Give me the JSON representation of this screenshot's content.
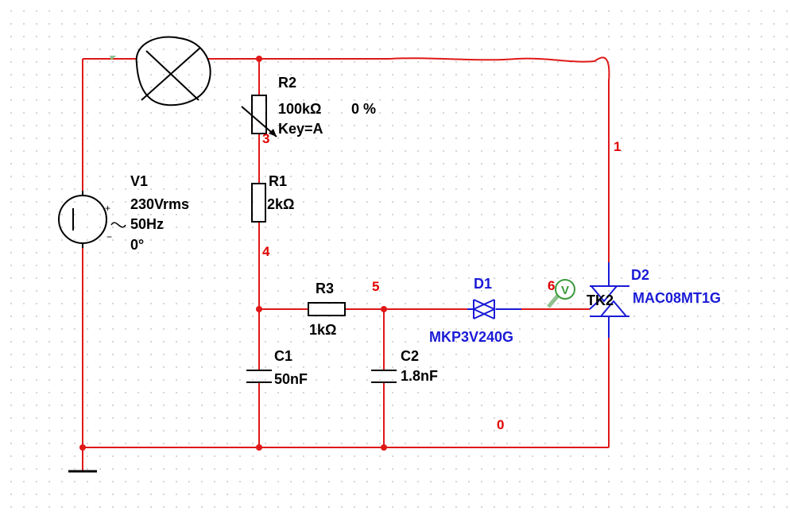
{
  "components": {
    "v1": {
      "ref": "V1",
      "voltage": "230Vrms",
      "freq": "50Hz",
      "phase": "0°",
      "plus": "+",
      "minus": "−",
      "tilde": "~"
    },
    "r2": {
      "ref": "R2",
      "value": "100kΩ",
      "setting": "0 %",
      "key": "Key=A"
    },
    "r1": {
      "ref": "R1",
      "value": "2kΩ"
    },
    "r3": {
      "ref": "R3",
      "value": "1kΩ"
    },
    "c1": {
      "ref": "C1",
      "value": "50nF"
    },
    "c2": {
      "ref": "C2",
      "value": "1.8nF"
    },
    "d1": {
      "ref": "D1",
      "model": "MKP3V240G"
    },
    "d2": {
      "ref": "D2",
      "model": "MAC08MT1G",
      "probe_ref": "TK2",
      "probe_symbol": "V"
    }
  },
  "nets": {
    "n0": "0",
    "n1": "1",
    "n3": "3",
    "n4": "4",
    "n5": "5",
    "n6": "6"
  },
  "colors": {
    "wire": "#e01818",
    "net_label": "#e00000",
    "semiconductor": "#1a1ad6",
    "probe": "#3a9a3a"
  }
}
